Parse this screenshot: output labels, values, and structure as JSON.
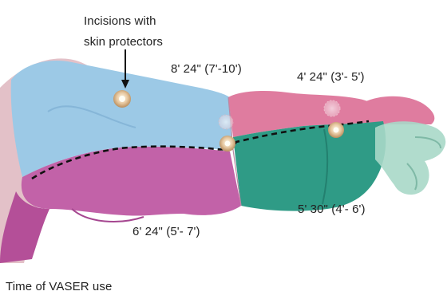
{
  "callout": {
    "line1": "Incisions with",
    "line2": "skin protectors"
  },
  "zones": {
    "upper_arm_top": {
      "label": "8' 24\" (7'-10')",
      "color": "#9cc8e6"
    },
    "forearm_top": {
      "label": "4' 24\" (3'- 5')",
      "color": "#e0789c"
    },
    "upper_arm_bottom": {
      "label": "6' 24\" (5'- 7')",
      "color": "#c35fa8"
    },
    "forearm_bottom": {
      "label": "5' 30\" (4'- 6')",
      "color": "#2e9a86"
    }
  },
  "caption": "Time of VASER use",
  "colors": {
    "skin": "#f0a9a0",
    "dashed_line": "#111111"
  },
  "icons": [
    "incision-marker-icon",
    "arrow-down-icon"
  ]
}
